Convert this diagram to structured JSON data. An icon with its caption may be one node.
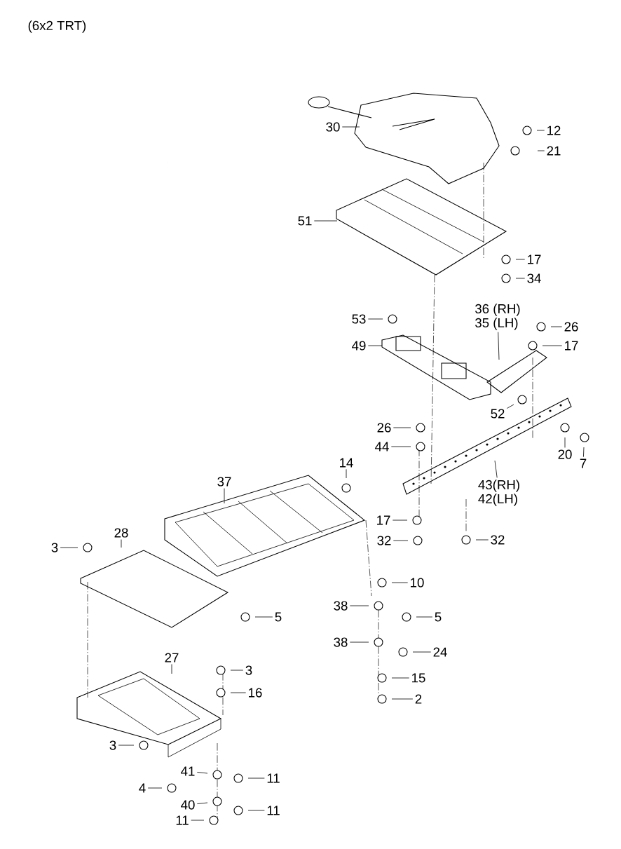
{
  "diagram": {
    "title": "(6x2 TRT)",
    "nodes": [
      {
        "text": [
          "30"
        ]
      },
      {
        "text": [
          "12"
        ]
      },
      {
        "text": [
          "21"
        ]
      },
      {
        "text": [
          "51"
        ]
      },
      {
        "text": [
          "17"
        ]
      },
      {
        "text": [
          "34"
        ]
      },
      {
        "text": [
          "53"
        ]
      },
      {
        "text": [
          "36 (RH)",
          "35 (LH)"
        ]
      },
      {
        "text": [
          "26"
        ]
      },
      {
        "text": [
          "49"
        ]
      },
      {
        "text": [
          "17"
        ]
      },
      {
        "text": [
          "52"
        ]
      },
      {
        "text": [
          "26"
        ]
      },
      {
        "text": [
          "44"
        ]
      },
      {
        "text": [
          "20"
        ]
      },
      {
        "text": [
          "7"
        ]
      },
      {
        "text": [
          "14"
        ]
      },
      {
        "text": [
          "37"
        ]
      },
      {
        "text": [
          "43(RH)",
          "42(LH)"
        ]
      },
      {
        "text": [
          "17"
        ]
      },
      {
        "text": [
          "32"
        ]
      },
      {
        "text": [
          "32"
        ]
      },
      {
        "text": [
          "3"
        ]
      },
      {
        "text": [
          "28"
        ]
      },
      {
        "text": [
          "10"
        ]
      },
      {
        "text": [
          "38"
        ]
      },
      {
        "text": [
          "5"
        ]
      },
      {
        "text": [
          "5"
        ]
      },
      {
        "text": [
          "38"
        ]
      },
      {
        "text": [
          "24"
        ]
      },
      {
        "text": [
          "27"
        ]
      },
      {
        "text": [
          "3"
        ]
      },
      {
        "text": [
          "16"
        ]
      },
      {
        "text": [
          "15"
        ]
      },
      {
        "text": [
          "2"
        ]
      },
      {
        "text": [
          "3"
        ]
      },
      {
        "text": [
          "41"
        ]
      },
      {
        "text": [
          "11"
        ]
      },
      {
        "text": [
          "4"
        ]
      },
      {
        "text": [
          "40"
        ]
      },
      {
        "text": [
          "11"
        ]
      },
      {
        "text": [
          "11"
        ]
      }
    ],
    "edges": [
      {
        "from": 0,
        "to": null,
        "arrow": "none"
      },
      {
        "from": 1,
        "to": null,
        "arrow": "none"
      },
      {
        "from": 2,
        "to": null,
        "arrow": "none"
      },
      {
        "from": 3,
        "to": null,
        "arrow": "none"
      },
      {
        "from": 4,
        "to": null,
        "arrow": "none"
      },
      {
        "from": 5,
        "to": null,
        "arrow": "none"
      },
      {
        "from": 6,
        "to": null,
        "arrow": "none"
      },
      {
        "from": 7,
        "to": null,
        "arrow": "none"
      },
      {
        "from": 8,
        "to": null,
        "arrow": "none"
      },
      {
        "from": 9,
        "to": null,
        "arrow": "none"
      },
      {
        "from": 10,
        "to": null,
        "arrow": "none"
      },
      {
        "from": 11,
        "to": null,
        "arrow": "none"
      },
      {
        "from": 12,
        "to": null,
        "arrow": "none"
      },
      {
        "from": 13,
        "to": null,
        "arrow": "none"
      },
      {
        "from": 14,
        "to": null,
        "arrow": "none"
      },
      {
        "from": 15,
        "to": null,
        "arrow": "none"
      },
      {
        "from": 16,
        "to": null,
        "arrow": "none"
      },
      {
        "from": 17,
        "to": null,
        "arrow": "none"
      },
      {
        "from": 18,
        "to": null,
        "arrow": "none"
      },
      {
        "from": 19,
        "to": null,
        "arrow": "none"
      },
      {
        "from": 20,
        "to": null,
        "arrow": "none"
      },
      {
        "from": 21,
        "to": null,
        "arrow": "none"
      },
      {
        "from": 22,
        "to": null,
        "arrow": "none"
      },
      {
        "from": 23,
        "to": null,
        "arrow": "none"
      },
      {
        "from": 24,
        "to": null,
        "arrow": "none"
      },
      {
        "from": 25,
        "to": null,
        "arrow": "none"
      },
      {
        "from": 26,
        "to": null,
        "arrow": "none"
      },
      {
        "from": 27,
        "to": null,
        "arrow": "none"
      },
      {
        "from": 28,
        "to": null,
        "arrow": "none"
      },
      {
        "from": 29,
        "to": null,
        "arrow": "none"
      },
      {
        "from": 30,
        "to": null,
        "arrow": "none"
      },
      {
        "from": 31,
        "to": null,
        "arrow": "none"
      },
      {
        "from": 32,
        "to": null,
        "arrow": "none"
      },
      {
        "from": 33,
        "to": null,
        "arrow": "none"
      },
      {
        "from": 34,
        "to": null,
        "arrow": "none"
      },
      {
        "from": 35,
        "to": null,
        "arrow": "none"
      },
      {
        "from": 36,
        "to": null,
        "arrow": "none"
      },
      {
        "from": 37,
        "to": null,
        "arrow": "none"
      },
      {
        "from": 38,
        "to": null,
        "arrow": "none"
      },
      {
        "from": 39,
        "to": null,
        "arrow": "none"
      },
      {
        "from": 40,
        "to": null,
        "arrow": "none"
      },
      {
        "from": 41,
        "to": null,
        "arrow": "none"
      }
    ]
  }
}
